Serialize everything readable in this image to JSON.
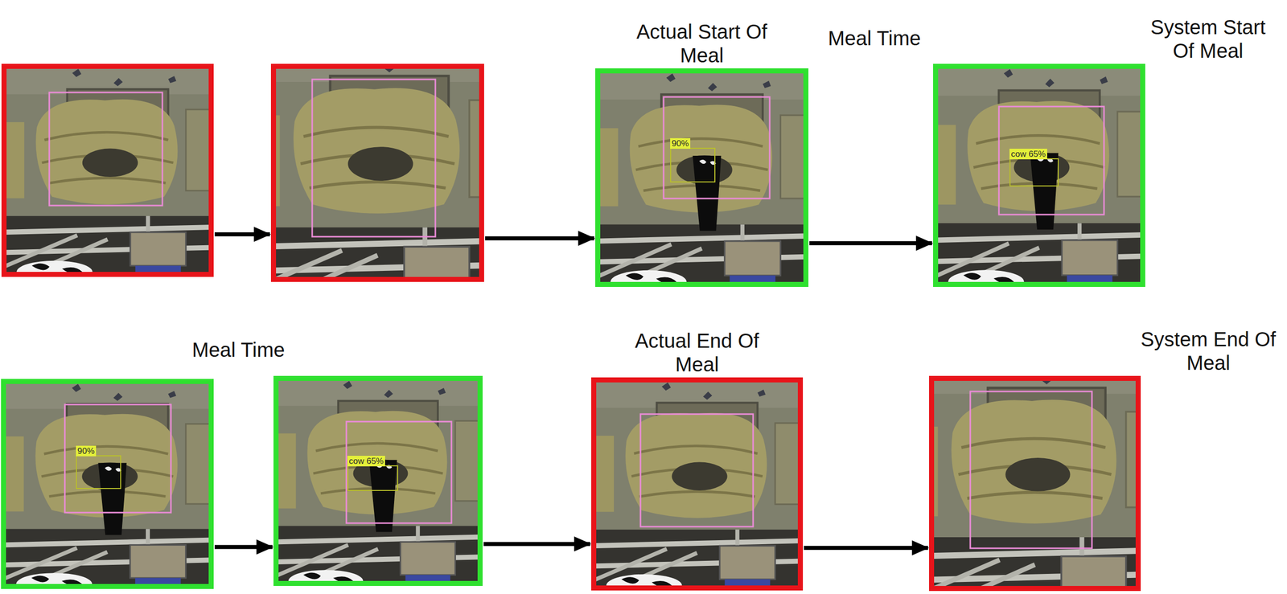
{
  "diagram": {
    "nodes": [
      {
        "text": []
      },
      {
        "text": []
      },
      {
        "text": [
          "Actual Start Of Meal"
        ]
      },
      {
        "text": [
          "90%"
        ],
        "in": 2
      },
      {
        "text": [
          "System Start Of Meal"
        ]
      },
      {
        "text": [
          "cow 65%"
        ],
        "in": 4
      },
      {
        "text": []
      },
      {
        "text": [
          "90%"
        ],
        "in": 6
      },
      {
        "text": []
      },
      {
        "text": [
          "cow 65%"
        ],
        "in": 8
      },
      {
        "text": [
          "Actual End Of Meal"
        ]
      },
      {
        "text": [
          "System End Of Meal"
        ]
      }
    ],
    "edges": [
      {
        "from": 0,
        "to": 1,
        "arrow": "to"
      },
      {
        "from": 1,
        "to": 2,
        "arrow": "to"
      },
      {
        "from": 2,
        "to": 4,
        "arrow": "to"
      },
      {
        "from": 6,
        "to": 8,
        "arrow": "to"
      },
      {
        "from": 8,
        "to": 10,
        "arrow": "to"
      },
      {
        "from": 10,
        "to": 11,
        "arrow": "to"
      }
    ],
    "labels": [
      "Meal Time",
      "Meal Time"
    ]
  }
}
